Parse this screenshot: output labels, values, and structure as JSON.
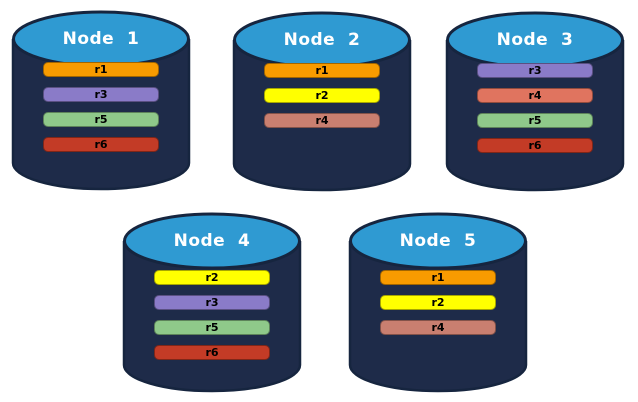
{
  "canvas": {
    "background": "#ffffff"
  },
  "cylinder_style": {
    "body_color": "#1E2B49",
    "top_color": "#2F9AD2",
    "outline_color": "#16253F",
    "title_color": "#ffffff",
    "bar_text_color": "#000000"
  },
  "nodes": [
    {
      "title": "Node  1",
      "replicas": [
        {
          "label": "r1",
          "color": "#F89B00"
        },
        {
          "label": "r3",
          "color": "#8A7BC8"
        },
        {
          "label": "r5",
          "color": "#8FC98A"
        },
        {
          "label": "r6",
          "color": "#C33B26"
        }
      ]
    },
    {
      "title": "Node  2",
      "replicas": [
        {
          "label": "r1",
          "color": "#F89B00"
        },
        {
          "label": "r2",
          "color": "#FFFF00"
        },
        {
          "label": "r4",
          "color": "#C97F70"
        }
      ]
    },
    {
      "title": "Node  3",
      "replicas": [
        {
          "label": "r3",
          "color": "#8A7BC8"
        },
        {
          "label": "r4",
          "color": "#E0745F"
        },
        {
          "label": "r5",
          "color": "#8FC98A"
        },
        {
          "label": "r6",
          "color": "#C33B26"
        }
      ]
    },
    {
      "title": "Node  4",
      "replicas": [
        {
          "label": "r2",
          "color": "#FFFF00"
        },
        {
          "label": "r3",
          "color": "#8A7BC8"
        },
        {
          "label": "r5",
          "color": "#8FC98A"
        },
        {
          "label": "r6",
          "color": "#C33B26"
        }
      ]
    },
    {
      "title": "Node  5",
      "replicas": [
        {
          "label": "r1",
          "color": "#F89B00"
        },
        {
          "label": "r2",
          "color": "#FFFF00"
        },
        {
          "label": "r4",
          "color": "#C97F70"
        }
      ]
    }
  ]
}
